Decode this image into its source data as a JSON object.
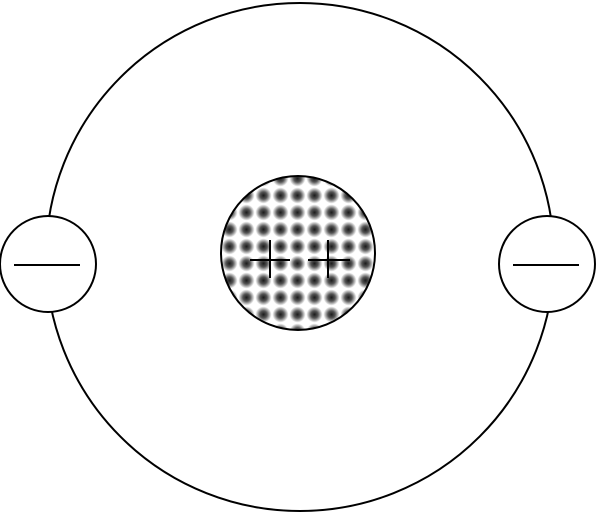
{
  "diagram": {
    "description_kind": "atom-model",
    "nucleus": {
      "charge_symbol": "+",
      "charge_count": 2,
      "fill_pattern": "dot-screen"
    },
    "electrons": [
      {
        "side": "left",
        "charge_symbol": "−"
      },
      {
        "side": "right",
        "charge_symbol": "−"
      }
    ],
    "colors": {
      "stroke": "#000000",
      "background": "#ffffff",
      "dot": "#1a1a1a"
    }
  }
}
